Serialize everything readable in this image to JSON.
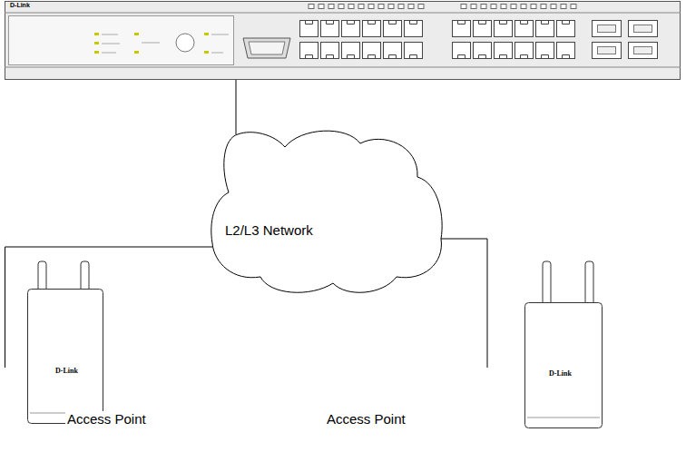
{
  "diagram": {
    "nodes": [
      {
        "text": [
          "D-Link"
        ]
      },
      {
        "text": [
          "L2/L3 Network"
        ]
      },
      {
        "text": [
          "D-Link",
          "Access Point"
        ]
      },
      {
        "text": [
          "D-Link",
          "Access Point"
        ]
      }
    ],
    "edges": [
      {
        "from": 0,
        "to": 1,
        "arrow": "none"
      },
      {
        "from": 1,
        "to": 2,
        "arrow": "none"
      },
      {
        "from": 1,
        "to": 3,
        "arrow": "none"
      }
    ]
  }
}
